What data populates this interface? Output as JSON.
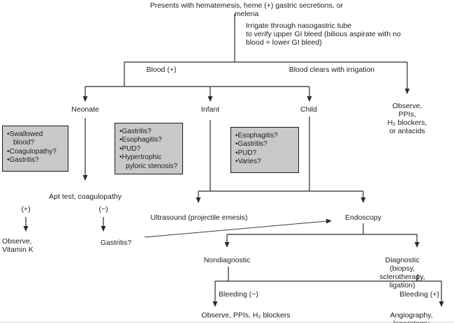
{
  "colors": {
    "background": "#ffffff",
    "line": "#2b2b2b",
    "text": "#1c1c1c",
    "box_fill": "#c9c9c9",
    "box_border": "#1a1a1a"
  },
  "flowchart": {
    "title": "Presents with hematemesis, heme (+) gastric secretions, or melena",
    "irrigation_note": "Irrigate through nasogastric tube\nto verify upper GI bleed (bilious aspirate with no\nblood = lower GI bleed)",
    "blood_positive_label": "Blood (+)",
    "blood_clears_label": "Blood clears with irrigation",
    "observe_antacids": "Observe, PPIs,\nH₂ blockers, or antacids",
    "age_groups": {
      "neonate": "Neonate",
      "infant": "Infant",
      "child": "Child"
    },
    "differentials": {
      "neonate": {
        "items": [
          "Swallowed blood?",
          "Coagulopathy?",
          "Gastritis?"
        ]
      },
      "infant": {
        "items": [
          "Gastritis?",
          "Esophagitis?",
          "PUD?",
          "Hypertrophic pyloric stenosis?"
        ]
      },
      "child": {
        "items": [
          "Esophagitis?",
          "Gastritis?",
          "PUD?",
          "Varies?"
        ]
      }
    },
    "neonate_workup": {
      "test": "Apt test, coagulopathy",
      "positive": "(+)",
      "negative": "(−)",
      "positive_result": "Observe,\nVitamin K",
      "negative_result": "Gastritis?"
    },
    "infant_child_workup": {
      "ultrasound": "Ultrasound (projectile emesis)",
      "endoscopy": "Endoscopy",
      "nondiagnostic": "Nondiagnostic",
      "diagnostic": "Diagnostic\n(biopsy, sclerotherapy, ligation)",
      "bleeding_negative": "Bleeding (−)",
      "bleeding_positive": "Bleeding (+)",
      "bleeding_negative_result": "Observe, PPIs, H₂ blockers",
      "bleeding_positive_result": "Angiography, laparotomy"
    }
  }
}
